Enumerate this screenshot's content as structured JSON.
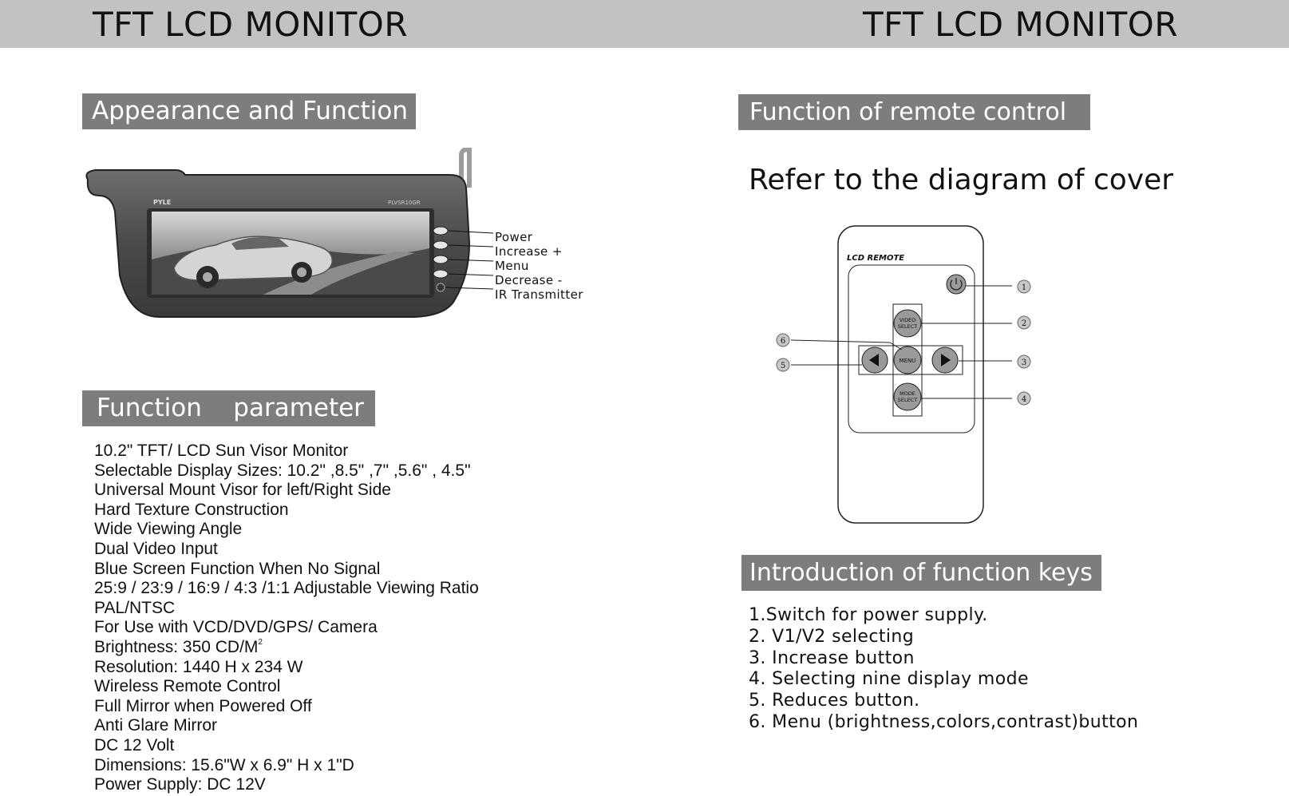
{
  "header": {
    "left_title": "TFT LCD MONITOR",
    "right_title": "TFT LCD MONITOR"
  },
  "left": {
    "appearance_heading": "Appearance and Function",
    "monitor_brand": "PYLE",
    "monitor_model": "PLVSR10GR",
    "callouts": [
      "Power",
      "Increase +",
      "Menu",
      "Decrease -",
      "IR Transmitter"
    ],
    "parameter_heading": "Function    parameter",
    "parameters": [
      "10.2\" TFT/ LCD Sun Visor Monitor",
      "Selectable Display Sizes: 10.2\" ,8.5\" ,7\" ,5.6\" , 4.5\"",
      "Universal Mount Visor for left/Right Side",
      "Hard Texture Construction",
      "Wide Viewing Angle",
      "Dual Video Input",
      "Blue Screen Function When No Signal",
      "25:9 / 23:9 / 16:9 / 4:3 /1:1 Adjustable Viewing Ratio",
      "PAL/NTSC",
      "For Use with VCD/DVD/GPS/ Camera",
      "Brightness: 350 CD/M",
      "Resolution: 1440 H x 234 W",
      "Wireless Remote Control",
      "Full Mirror when Powered Off",
      "Anti Glare Mirror",
      "DC 12 Volt",
      "Dimensions: 15.6\"W x 6.9\" H x 1\"D",
      "Power Supply: DC 12V"
    ],
    "brightness_superscript": "2"
  },
  "right": {
    "remote_heading": "Function of remote control",
    "refer_text": "Refer to the diagram of cover",
    "remote": {
      "label": "LCD REMOTE",
      "video_select": "VIDEO SELECT",
      "menu": "MENU",
      "mode_select": "MODE SELECT",
      "callout_numbers": [
        "1",
        "2",
        "3",
        "4",
        "5",
        "6"
      ]
    },
    "keys_heading": "Introduction of function keys",
    "keys": [
      "1.Switch for power supply.",
      "2. V1/V2 selecting",
      "3. Increase button",
      "4. Selecting nine display mode",
      "5. Reduces button.",
      "6. Menu (brightness,colors,contrast)button"
    ]
  },
  "colors": {
    "top_bar": "#c2c2c2",
    "heading_bg": "#7d7d7d",
    "heading_text": "#ffffff",
    "body_text": "#111111"
  }
}
